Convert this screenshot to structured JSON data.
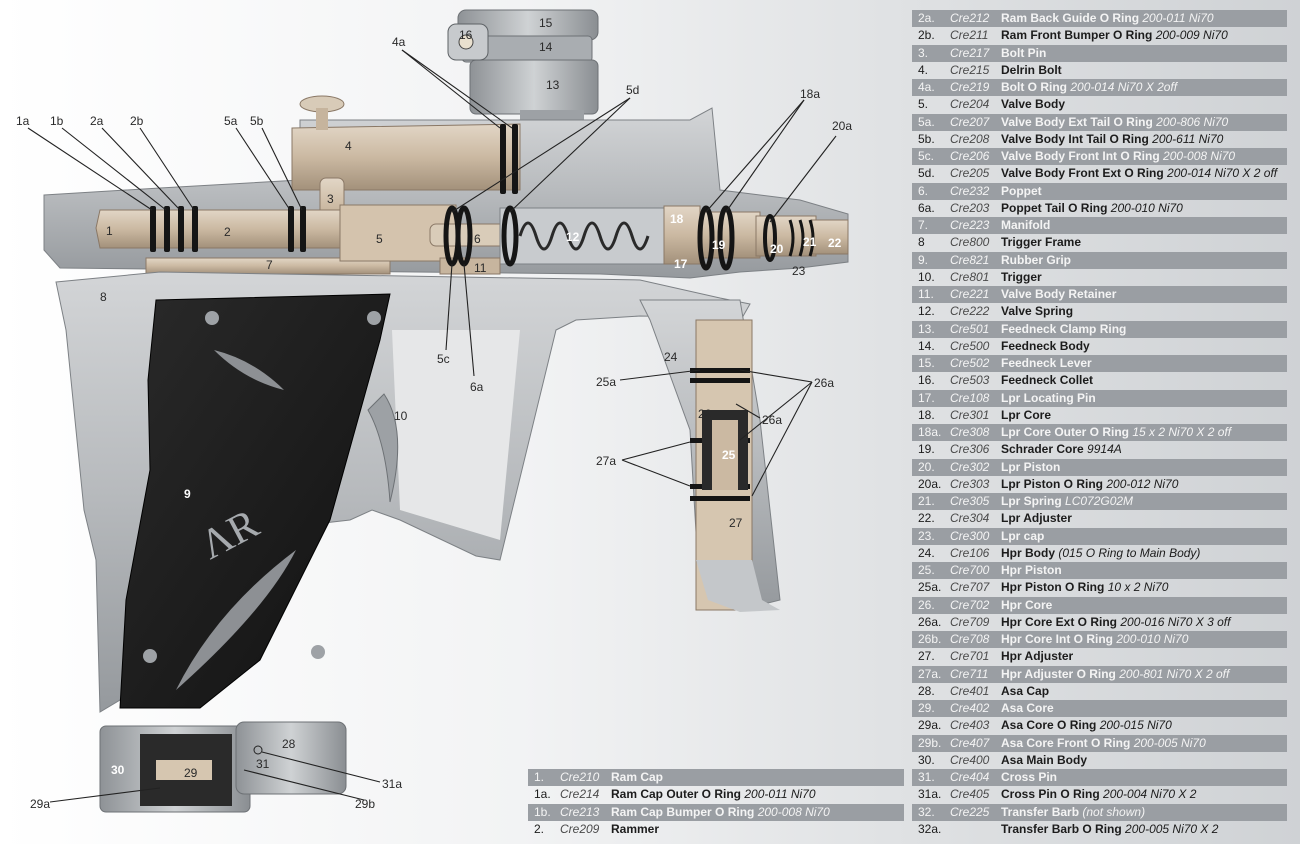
{
  "colors": {
    "frame": "#b9bcbf",
    "frame_dark": "#8f9397",
    "tan": "#cdbba5",
    "tan_dark": "#9e8c77",
    "grip": "#1e1e1e",
    "ring": "#151515",
    "row_shade": "#9a9ea3"
  },
  "callouts": {
    "c1a": "1a",
    "c1b": "1b",
    "c2a": "2a",
    "c2b": "2b",
    "c5a": "5a",
    "c5b": "5b",
    "c4a": "4a",
    "c5d": "5d",
    "c18a": "18a",
    "c20a": "20a",
    "c1": "1",
    "c2": "2",
    "c3": "3",
    "c4": "4",
    "c5": "5",
    "c6": "6",
    "c7": "7",
    "c8": "8",
    "c9": "9",
    "c10": "10",
    "c11": "11",
    "c12": "12",
    "c13": "13",
    "c14": "14",
    "c15": "15",
    "c16": "16",
    "c17": "17",
    "c18": "18",
    "c19": "19",
    "c20": "20",
    "c21": "21",
    "c22": "22",
    "c23": "23",
    "c24": "24",
    "c25": "25",
    "c25a": "25a",
    "c26": "26",
    "c26a_l": "26a",
    "c26a_r": "26a",
    "c27": "27",
    "c27a": "27a",
    "c5c": "5c",
    "c6a": "6a",
    "c28": "28",
    "c29": "29",
    "c29a": "29a",
    "c29b": "29b",
    "c30": "30",
    "c31": "31",
    "c31a": "31a"
  },
  "parts_right": [
    {
      "num": "2a.",
      "code": "Cre212",
      "name": "Ram Back Guide O Ring",
      "spec": "200-011 Ni70",
      "shade": true
    },
    {
      "num": "2b.",
      "code": "Cre211",
      "name": "Ram Front Bumper  O Ring",
      "spec": "200-009 Ni70",
      "shade": false
    },
    {
      "num": "3.",
      "code": "Cre217",
      "name": "Bolt Pin",
      "spec": "",
      "shade": true
    },
    {
      "num": "4.",
      "code": "Cre215",
      "name": "Delrin Bolt",
      "spec": "",
      "shade": false
    },
    {
      "num": "4a.",
      "code": "Cre219",
      "name": "Bolt O Ring",
      "spec": "200-014 Ni70 X 2off",
      "shade": true
    },
    {
      "num": "5.",
      "code": "Cre204",
      "name": "Valve Body",
      "spec": "",
      "shade": false
    },
    {
      "num": "5a.",
      "code": "Cre207",
      "name": "Valve Body Ext Tail O Ring",
      "spec": "200-806 Ni70",
      "shade": true
    },
    {
      "num": "5b.",
      "code": "Cre208",
      "name": "Valve Body Int Tail O Ring",
      "spec": "200-611 Ni70",
      "shade": false
    },
    {
      "num": "5c.",
      "code": "Cre206",
      "name": "Valve Body Front Int O Ring",
      "spec": "200-008 Ni70",
      "shade": true
    },
    {
      "num": "5d.",
      "code": "Cre205",
      "name": "Valve Body Front Ext O Ring",
      "spec": "200-014 Ni70 X 2 off",
      "shade": false
    },
    {
      "num": "6.",
      "code": "Cre232",
      "name": "Poppet",
      "spec": "",
      "shade": true
    },
    {
      "num": "6a.",
      "code": "Cre203",
      "name": "Poppet Tail O Ring",
      "spec": "200-010 Ni70",
      "shade": false
    },
    {
      "num": "7.",
      "code": "Cre223",
      "name": "Manifold",
      "spec": "",
      "shade": true
    },
    {
      "num": "8",
      "code": "Cre800",
      "name": "Trigger Frame",
      "spec": "",
      "shade": false
    },
    {
      "num": "9.",
      "code": "Cre821",
      "name": "Rubber Grip",
      "spec": "",
      "shade": true
    },
    {
      "num": "10.",
      "code": "Cre801",
      "name": "Trigger",
      "spec": "",
      "shade": false
    },
    {
      "num": "11.",
      "code": "Cre221",
      "name": "Valve Body Retainer",
      "spec": "",
      "shade": true
    },
    {
      "num": "12.",
      "code": "Cre222",
      "name": "Valve Spring",
      "spec": "",
      "shade": false
    },
    {
      "num": "13.",
      "code": "Cre501",
      "name": "Feedneck Clamp Ring",
      "spec": "",
      "shade": true
    },
    {
      "num": "14.",
      "code": "Cre500",
      "name": "Feedneck Body",
      "spec": "",
      "shade": false
    },
    {
      "num": "15.",
      "code": "Cre502",
      "name": "Feedneck Lever",
      "spec": "",
      "shade": true
    },
    {
      "num": "16.",
      "code": "Cre503",
      "name": "Feedneck Collet",
      "spec": "",
      "shade": false
    },
    {
      "num": "17.",
      "code": "Cre108",
      "name": "Lpr Locating Pin",
      "spec": "",
      "shade": true
    },
    {
      "num": "18.",
      "code": "Cre301",
      "name": "Lpr Core",
      "spec": "",
      "shade": false
    },
    {
      "num": "18a.",
      "code": "Cre308",
      "name": "Lpr Core Outer O Ring",
      "spec": "15 x 2 Ni70 X 2 off",
      "shade": true
    },
    {
      "num": "19.",
      "code": "Cre306",
      "name": "Schrader Core",
      "spec": "9914A",
      "shade": false
    },
    {
      "num": "20.",
      "code": "Cre302",
      "name": "Lpr Piston",
      "spec": "",
      "shade": true
    },
    {
      "num": "20a.",
      "code": "Cre303",
      "name": "Lpr Piston O Ring",
      "spec": "200-012 Ni70",
      "shade": false
    },
    {
      "num": "21.",
      "code": "Cre305",
      "name": "Lpr Spring",
      "spec": "LC072G02M",
      "shade": true
    },
    {
      "num": "22.",
      "code": "Cre304",
      "name": "Lpr Adjuster",
      "spec": "",
      "shade": false
    },
    {
      "num": "23.",
      "code": "Cre300",
      "name": "Lpr cap",
      "spec": "",
      "shade": true
    },
    {
      "num": "24.",
      "code": "Cre106",
      "name": "Hpr Body",
      "spec": "(015 O Ring to Main Body)",
      "shade": false
    },
    {
      "num": "25.",
      "code": "Cre700",
      "name": "Hpr Piston",
      "spec": "",
      "shade": true
    },
    {
      "num": "25a.",
      "code": "Cre707",
      "name": "Hpr Piston O Ring",
      "spec": "10 x 2 Ni70",
      "shade": false
    },
    {
      "num": "26.",
      "code": "Cre702",
      "name": "Hpr Core",
      "spec": "",
      "shade": true
    },
    {
      "num": "26a.",
      "code": "Cre709",
      "name": "Hpr Core Ext O Ring",
      "spec": "200-016 Ni70 X 3 off",
      "shade": false
    },
    {
      "num": "26b.",
      "code": "Cre708",
      "name": "Hpr Core Int O Ring",
      "spec": "200-010 Ni70",
      "shade": true
    },
    {
      "num": "27.",
      "code": "Cre701",
      "name": "Hpr Adjuster",
      "spec": "",
      "shade": false
    },
    {
      "num": "27a.",
      "code": "Cre711",
      "name": "Hpr Adjuster O Ring",
      "spec": "200-801 Ni70   X 2 off",
      "shade": true
    },
    {
      "num": "28.",
      "code": "Cre401",
      "name": "Asa Cap",
      "spec": "",
      "shade": false
    },
    {
      "num": "29.",
      "code": "Cre402",
      "name": "Asa Core",
      "spec": "",
      "shade": true
    },
    {
      "num": "29a.",
      "code": "Cre403",
      "name": "Asa Core O Ring",
      "spec": "200-015 Ni70",
      "shade": false
    },
    {
      "num": "29b.",
      "code": "Cre407",
      "name": "Asa Core Front O Ring",
      "spec": "200-005 Ni70",
      "shade": true
    },
    {
      "num": "30.",
      "code": "Cre400",
      "name": "Asa Main Body",
      "spec": "",
      "shade": false
    },
    {
      "num": "31.",
      "code": "Cre404",
      "name": "Cross Pin",
      "spec": "",
      "shade": true
    },
    {
      "num": "31a.",
      "code": "Cre405",
      "name": "Cross Pin O Ring",
      "spec": "200-004 Ni70 X 2",
      "shade": false
    },
    {
      "num": "32.",
      "code": "Cre225",
      "name": "Transfer Barb",
      "spec": "(not shown)",
      "shade": true
    },
    {
      "num": "32a.",
      "code": "",
      "name": "Transfer Barb O Ring",
      "spec": "200-005 Ni70 X 2",
      "shade": false
    }
  ],
  "parts_bottom": [
    {
      "num": "1.",
      "code": "Cre210",
      "name": "Ram Cap",
      "spec": "",
      "shade": true
    },
    {
      "num": "1a.",
      "code": "Cre214",
      "name": "Ram Cap Outer O Ring",
      "spec": "200-011 Ni70",
      "shade": false
    },
    {
      "num": "1b.",
      "code": "Cre213",
      "name": "Ram Cap Bumper O Ring",
      "spec": "200-008 Ni70",
      "shade": true
    },
    {
      "num": "2.",
      "code": "Cre209",
      "name": "Rammer",
      "spec": "",
      "shade": false
    }
  ]
}
